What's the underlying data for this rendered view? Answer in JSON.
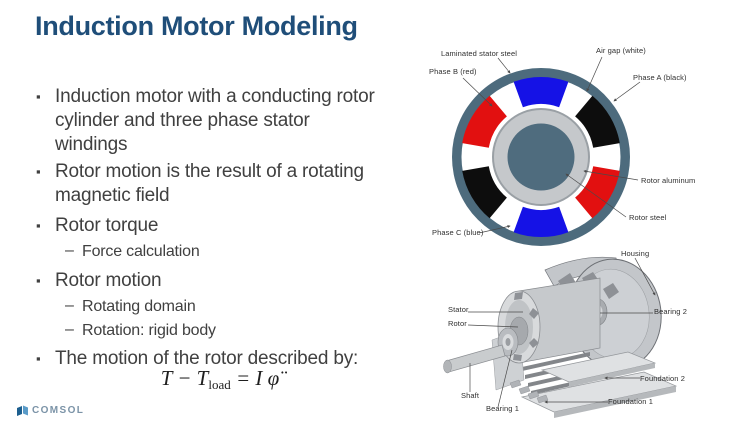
{
  "slide": {
    "title": "Induction Motor Modeling",
    "logo_text": "COMSOL",
    "bullets": [
      {
        "level": 1,
        "lines": [
          "Induction motor with a conducting rotor",
          "cylinder and three phase stator",
          "windings"
        ]
      },
      {
        "level": 1,
        "lines": [
          "Rotor motion is the result of a rotating",
          "magnetic field"
        ]
      },
      {
        "level": 1,
        "lines": [
          "Rotor torque"
        ]
      },
      {
        "level": 2,
        "lines": [
          "Force calculation"
        ]
      },
      {
        "level": 1,
        "lines": [
          "Rotor motion"
        ]
      },
      {
        "level": 2,
        "lines": [
          "Rotating domain"
        ]
      },
      {
        "level": 2,
        "lines": [
          "Rotation: rigid body"
        ]
      },
      {
        "level": 1,
        "lines": [
          "The motion of the rotor described by:"
        ]
      }
    ],
    "equation": {
      "t1": "T − T",
      "sub": "load",
      "t2": " = I φ̈"
    }
  },
  "stator_diagram": {
    "labels": {
      "laminated": "Laminated stator steel",
      "air_gap": "Air gap (white)",
      "phase_b": "Phase B (red)",
      "phase_a": "Phase A (black)",
      "rotor_aluminum": "Rotor aluminum",
      "rotor_steel": "Rotor steel",
      "phase_c": "Phase C (blue)"
    }
  },
  "motor_diagram": {
    "labels": {
      "housing": "Housing",
      "stator": "Stator",
      "rotor": "Rotor",
      "bearing_2": "Bearing 2",
      "foundation_2": "Foundation 2",
      "foundation_1": "Foundation 1",
      "shaft": "Shaft",
      "bearing_1": "Bearing 1"
    }
  },
  "colors": {
    "title_accent": "#1f4e79",
    "body_text": "#404040",
    "stator_ring": "#4d6b7d",
    "phase_red": "#e21010",
    "phase_blue": "#1512e6",
    "phase_black": "#0d0d0d",
    "rotor_aluminum": "#c5c8cb",
    "rotor_steel": "#4f6c7e",
    "logo_blue": "#1d5f8f"
  }
}
